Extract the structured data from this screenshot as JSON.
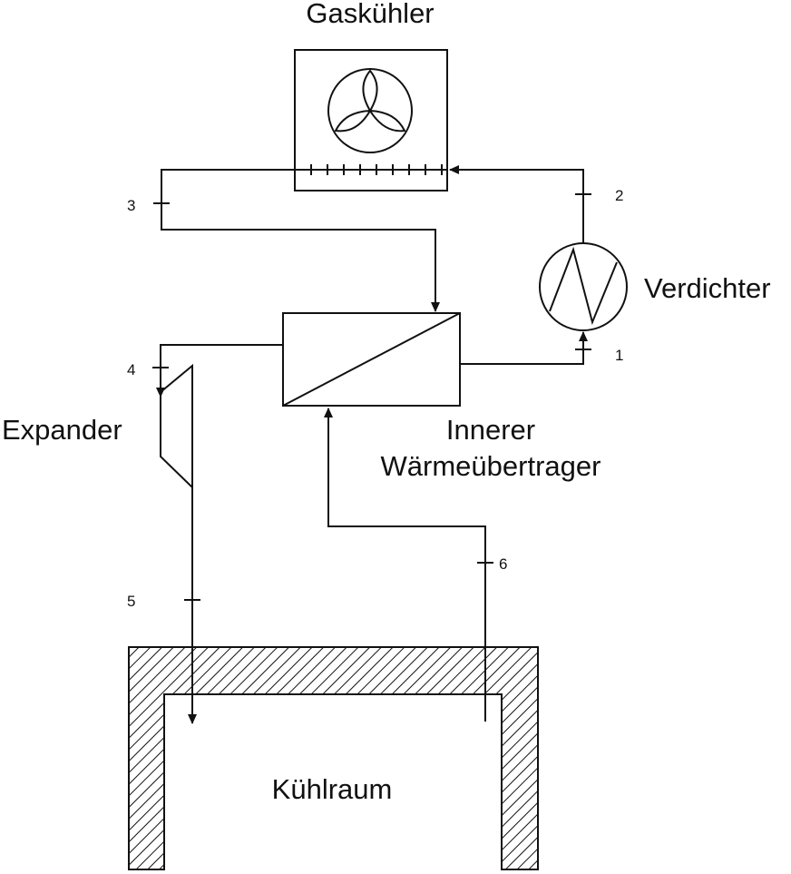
{
  "labels": {
    "gas_cooler": "Gaskühler",
    "compressor": "Verdichter",
    "expander": "Expander",
    "ihx_line1": "Innerer",
    "ihx_line2": "Wärmeübertrager",
    "cold_room": "Kühlraum"
  },
  "state_points": [
    "1",
    "2",
    "3",
    "4",
    "5",
    "6"
  ],
  "colors": {
    "line": "#111111",
    "background": "#ffffff"
  }
}
